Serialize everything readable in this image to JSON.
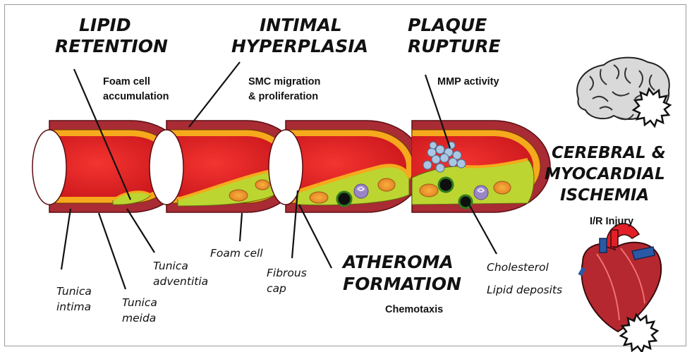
{
  "stages": {
    "lipid_retention": {
      "line1": "LIPID",
      "line2": "RETENTION",
      "sub1": "Foam cell",
      "sub2": "accumulation"
    },
    "intimal_hyperplasia": {
      "line1": "INTIMAL",
      "line2": "HYPERPLASIA",
      "sub1": "SMC migration",
      "sub2": "& proliferation"
    },
    "plaque_rupture": {
      "line1": "PLAQUE",
      "line2": "RUPTURE",
      "sub1": "MMP activity"
    },
    "ischemia": {
      "line1": "CEREBRAL &",
      "line2": "MYOCARDIAL",
      "line3": "ISCHEMIA",
      "sub1": "I/R Injury"
    },
    "atheroma_formation": {
      "line1": "ATHEROMA",
      "line2": "FORMATION",
      "sub1": "Chemotaxis"
    }
  },
  "labels": {
    "tunica_intima": [
      "Tunica",
      "intima"
    ],
    "tunica_meida": [
      "Tunica",
      "meida"
    ],
    "tunica_adventitia": [
      "Tunica",
      "adventitia"
    ],
    "foam_cell": "Foam cell",
    "fibrous_cap": [
      "Fibrous",
      "cap"
    ],
    "cholesterol": [
      "Cholesterol",
      "Lipid deposits"
    ]
  },
  "icons": [
    "brain-icon",
    "heart-icon",
    "starburst-icon"
  ],
  "colors": {
    "adventitia": "#a92b34",
    "intima": "#f6a91c",
    "lumen": "#e11f24",
    "plaque": "#bcd531",
    "foam_cell": "#f1972d",
    "macrophage": "#9a86c6",
    "cholesterol": "#0f0f0f",
    "platelet": "#a9c6e3"
  }
}
